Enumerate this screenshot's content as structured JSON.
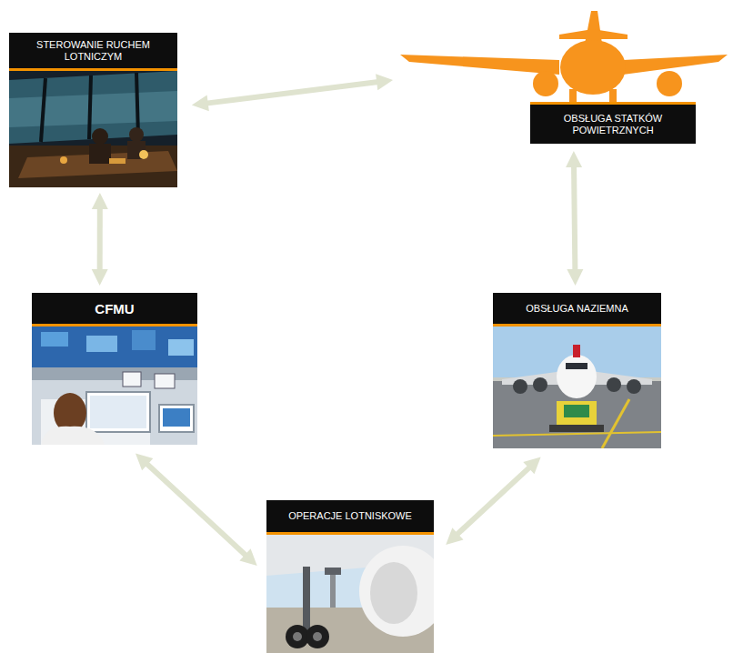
{
  "diagram": {
    "nodes": [
      {
        "text": [
          "STEROWANIE RUCHEM LOTNICZYM"
        ]
      },
      {
        "text": [
          "OBSŁUGA STATKÓW POWIETRZNYCH"
        ]
      },
      {
        "text": [
          "CFMU"
        ]
      },
      {
        "text": [
          "OBSŁUGA NAZIEMNA"
        ]
      },
      {
        "text": [
          "OPERACJE LOTNISKOWE"
        ]
      }
    ],
    "edges": [
      {
        "from": 0,
        "to": 1,
        "arrow": "both"
      },
      {
        "from": 0,
        "to": 2,
        "arrow": "both"
      },
      {
        "from": 1,
        "to": 3,
        "arrow": "both"
      },
      {
        "from": 2,
        "to": 4,
        "arrow": "both"
      },
      {
        "from": 3,
        "to": 4,
        "arrow": "both"
      }
    ]
  }
}
